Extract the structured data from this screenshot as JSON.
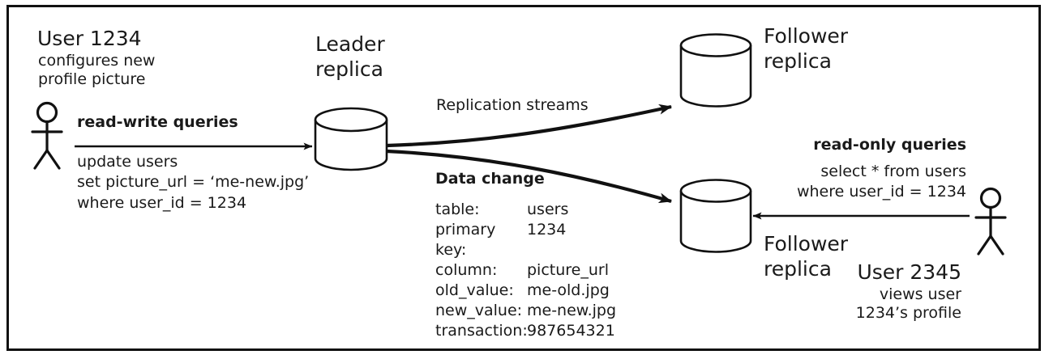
{
  "diagram": {
    "title": "Leader-follower replication with data change stream",
    "border_color": "#111111",
    "text_color": "#1a1a1a",
    "background": "#ffffff"
  },
  "left_actor": {
    "icon": "stick-figure-icon",
    "heading": "User 1234",
    "subtitle_line1": "configures new",
    "subtitle_line2": "profile picture",
    "arrow_label": "read-write queries",
    "query_lines": [
      "update users",
      "set picture_url = ‘me-new.jpg’",
      "where user_id = 1234"
    ]
  },
  "leader": {
    "icon": "database-cylinder-icon",
    "label_line1": "Leader",
    "label_line2": "replica"
  },
  "followers": [
    {
      "icon": "database-cylinder-icon",
      "label_line1": "Follower",
      "label_line2": "replica",
      "position": "top-right"
    },
    {
      "icon": "database-cylinder-icon",
      "label_line1": "Follower",
      "label_line2": "replica",
      "position": "bottom-right"
    }
  ],
  "replication": {
    "label": "Replication streams"
  },
  "data_change": {
    "heading": "Data change",
    "rows": [
      {
        "key": "table:",
        "value": "users"
      },
      {
        "key": "primary key:",
        "value": "1234"
      },
      {
        "key": "column:",
        "value": "picture_url"
      },
      {
        "key": "old_value:",
        "value": "me-old.jpg"
      },
      {
        "key": "new_value:",
        "value": "me-new.jpg"
      },
      {
        "key": "transaction:",
        "value": "987654321"
      }
    ]
  },
  "right_actor": {
    "icon": "stick-figure-icon",
    "arrow_label": "read-only queries",
    "query_lines": [
      "select * from users",
      "where user_id = 1234"
    ],
    "heading": "User 2345",
    "subtitle_line1": "views user",
    "subtitle_line2": "1234’s profile"
  }
}
